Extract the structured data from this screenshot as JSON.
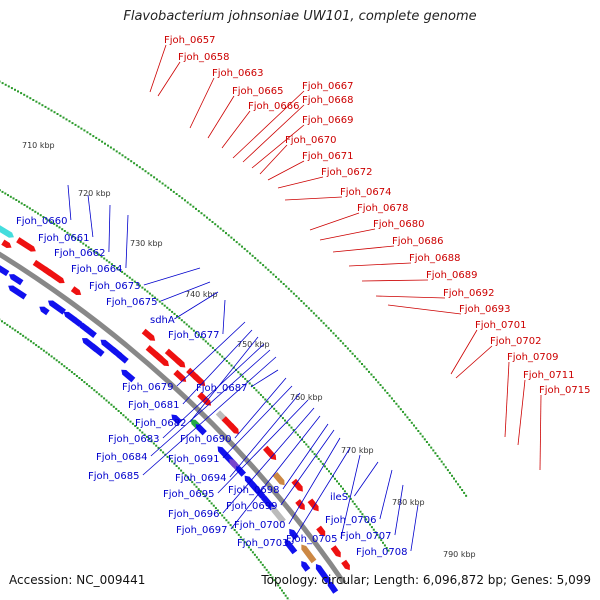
{
  "header": {
    "title": "Flavobacterium johnsoniae UW101, complete genome"
  },
  "footer": {
    "accession": "Accession: NC_009441",
    "topology": "Topology: circular; Length: 6,096,872 bp; Genes: 5,099"
  },
  "colors": {
    "forward": "#ee1111",
    "reverse": "#1111ee",
    "label_forward": "#cc0000",
    "label_reverse": "#0000cc",
    "backbone": "#888888",
    "tick": "#2a9a2a"
  },
  "scale_labels": [
    "710 kbp",
    "720 kbp",
    "730 kbp",
    "740 kbp",
    "750 kbp",
    "760 kbp",
    "770 kbp",
    "780 kbp",
    "790 kbp"
  ],
  "forward_genes": [
    "Fjoh_0657",
    "Fjoh_0658",
    "Fjoh_0663",
    "Fjoh_0665",
    "Fjoh_0666",
    "Fjoh_0667",
    "Fjoh_0668",
    "Fjoh_0669",
    "Fjoh_0670",
    "Fjoh_0671",
    "Fjoh_0672",
    "Fjoh_0674",
    "Fjoh_0678",
    "Fjoh_0680",
    "Fjoh_0686",
    "Fjoh_0688",
    "Fjoh_0689",
    "Fjoh_0692",
    "Fjoh_0693",
    "Fjoh_0701",
    "Fjoh_0702",
    "Fjoh_0709",
    "Fjoh_0711",
    "Fjoh_0715"
  ],
  "reverse_genes": [
    "Fjoh_0660",
    "Fjoh_0661",
    "Fjoh_0662",
    "Fjoh_0664",
    "Fjoh_0673",
    "Fjoh_0675",
    "sdhA",
    "Fjoh_0677",
    "Fjoh_0679",
    "Fjoh_0681",
    "Fjoh_0682",
    "Fjoh_0683",
    "Fjoh_0684",
    "Fjoh_0685",
    "Fjoh_0687",
    "Fjoh_0690",
    "Fjoh_0691",
    "Fjoh_0694",
    "Fjoh_0695",
    "Fjoh_0696",
    "Fjoh_0697",
    "Fjoh_0698",
    "Fjoh_0699",
    "Fjoh_0700",
    "Fjoh_0703",
    "Fjoh_0705",
    "ileS",
    "Fjoh_0706",
    "Fjoh_0707",
    "Fjoh_0708"
  ]
}
